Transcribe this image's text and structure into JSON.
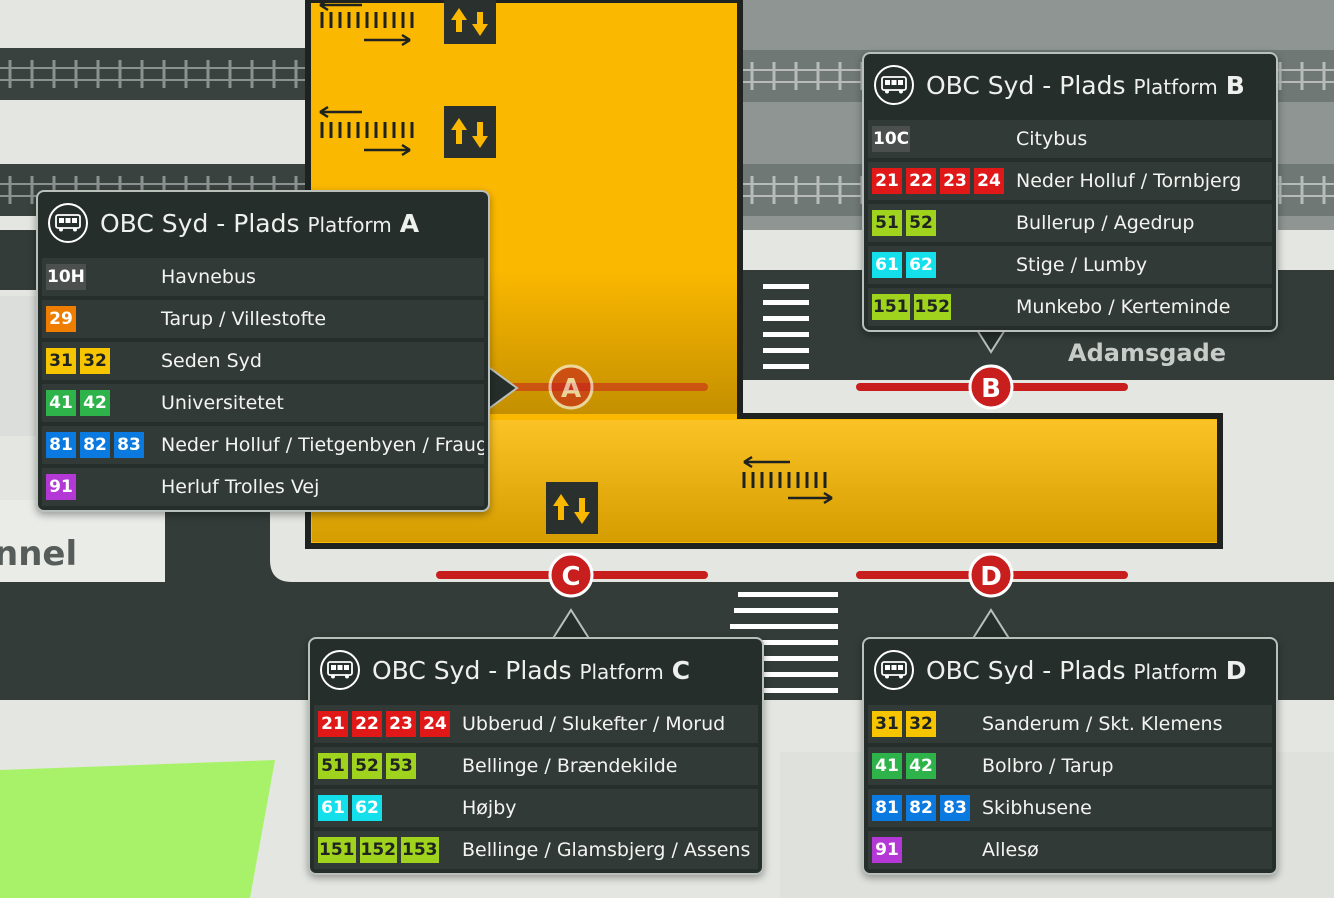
{
  "colors": {
    "background": "#e4e6e1",
    "road": "#333c39",
    "terminal": "#fbb800",
    "platform_line": "#c81e1e",
    "card_bg": "#262e2b",
    "card_row": "#323a37",
    "route_darkgray": "#4b4f4d",
    "route_orange": "#ef7d00",
    "route_yellow": "#f7c500",
    "route_green": "#2db34a",
    "route_blue": "#0a7ae0",
    "route_purple": "#b438d6",
    "route_red": "#e01818",
    "route_lime": "#9fd31e",
    "route_cyan": "#14e0ec"
  },
  "map": {
    "street_label": "Adamsgade",
    "partial_label": "nnel",
    "markers": [
      "A",
      "B",
      "C",
      "D"
    ],
    "icons": [
      "bus-icon",
      "escalator-icon",
      "gate-arrows-icon",
      "crosswalk-icon",
      "railway-track-icon"
    ]
  },
  "platforms": [
    {
      "id": "A",
      "station": "OBC Syd - Plads",
      "platform_word": "Platform",
      "letter": "A",
      "rows": [
        {
          "routes": [
            {
              "num": "10H",
              "color": "#4b4f4d"
            }
          ],
          "dest": "Havnebus"
        },
        {
          "routes": [
            {
              "num": "29",
              "color": "#ef7d00"
            }
          ],
          "dest": "Tarup / Villestofte"
        },
        {
          "routes": [
            {
              "num": "31",
              "color": "#f7c500",
              "dark": true
            },
            {
              "num": "32",
              "color": "#f7c500",
              "dark": true
            }
          ],
          "dest": "Seden Syd"
        },
        {
          "routes": [
            {
              "num": "41",
              "color": "#2db34a"
            },
            {
              "num": "42",
              "color": "#2db34a"
            }
          ],
          "dest": "Universitetet"
        },
        {
          "routes": [
            {
              "num": "81",
              "color": "#0a7ae0"
            },
            {
              "num": "82",
              "color": "#0a7ae0"
            },
            {
              "num": "83",
              "color": "#0a7ae0"
            }
          ],
          "dest": "Neder Holluf / Tietgenbyen / Fraugde"
        },
        {
          "routes": [
            {
              "num": "91",
              "color": "#b438d6"
            }
          ],
          "dest": "Herluf Trolles Vej"
        }
      ]
    },
    {
      "id": "B",
      "station": "OBC Syd - Plads",
      "platform_word": "Platform",
      "letter": "B",
      "rows": [
        {
          "routes": [
            {
              "num": "10C",
              "color": "#4b4f4d"
            }
          ],
          "dest": "Citybus"
        },
        {
          "routes": [
            {
              "num": "21",
              "color": "#e01818"
            },
            {
              "num": "22",
              "color": "#e01818"
            },
            {
              "num": "23",
              "color": "#e01818"
            },
            {
              "num": "24",
              "color": "#e01818"
            }
          ],
          "dest": "Neder Holluf / Tornbjerg"
        },
        {
          "routes": [
            {
              "num": "51",
              "color": "#9fd31e",
              "dark": true
            },
            {
              "num": "52",
              "color": "#9fd31e",
              "dark": true
            }
          ],
          "dest": "Bullerup / Agedrup"
        },
        {
          "routes": [
            {
              "num": "61",
              "color": "#14e0ec"
            },
            {
              "num": "62",
              "color": "#14e0ec"
            }
          ],
          "dest": "Stige / Lumby"
        },
        {
          "routes": [
            {
              "num": "151",
              "color": "#9fd31e",
              "dark": true
            },
            {
              "num": "152",
              "color": "#9fd31e",
              "dark": true
            }
          ],
          "dest": "Munkebo / Kerteminde"
        }
      ]
    },
    {
      "id": "C",
      "station": "OBC Syd - Plads",
      "platform_word": "Platform",
      "letter": "C",
      "rows": [
        {
          "routes": [
            {
              "num": "21",
              "color": "#e01818"
            },
            {
              "num": "22",
              "color": "#e01818"
            },
            {
              "num": "23",
              "color": "#e01818"
            },
            {
              "num": "24",
              "color": "#e01818"
            }
          ],
          "dest": "Ubberud / Slukefter / Morud"
        },
        {
          "routes": [
            {
              "num": "51",
              "color": "#9fd31e",
              "dark": true
            },
            {
              "num": "52",
              "color": "#9fd31e",
              "dark": true
            },
            {
              "num": "53",
              "color": "#9fd31e",
              "dark": true
            }
          ],
          "dest": "Bellinge / Brændekilde"
        },
        {
          "routes": [
            {
              "num": "61",
              "color": "#14e0ec"
            },
            {
              "num": "62",
              "color": "#14e0ec"
            }
          ],
          "dest": "Højby"
        },
        {
          "routes": [
            {
              "num": "151",
              "color": "#9fd31e",
              "dark": true
            },
            {
              "num": "152",
              "color": "#9fd31e",
              "dark": true
            },
            {
              "num": "153",
              "color": "#9fd31e",
              "dark": true
            }
          ],
          "dest": "Bellinge / Glamsbjerg / Assens"
        }
      ]
    },
    {
      "id": "D",
      "station": "OBC Syd - Plads",
      "platform_word": "Platform",
      "letter": "D",
      "rows": [
        {
          "routes": [
            {
              "num": "31",
              "color": "#f7c500",
              "dark": true
            },
            {
              "num": "32",
              "color": "#f7c500",
              "dark": true
            }
          ],
          "dest": "Sanderum / Skt. Klemens"
        },
        {
          "routes": [
            {
              "num": "41",
              "color": "#2db34a"
            },
            {
              "num": "42",
              "color": "#2db34a"
            }
          ],
          "dest": "Bolbro / Tarup"
        },
        {
          "routes": [
            {
              "num": "81",
              "color": "#0a7ae0"
            },
            {
              "num": "82",
              "color": "#0a7ae0"
            },
            {
              "num": "83",
              "color": "#0a7ae0"
            }
          ],
          "dest": "Skibhusene"
        },
        {
          "routes": [
            {
              "num": "91",
              "color": "#b438d6"
            }
          ],
          "dest": "Allesø"
        }
      ]
    }
  ]
}
